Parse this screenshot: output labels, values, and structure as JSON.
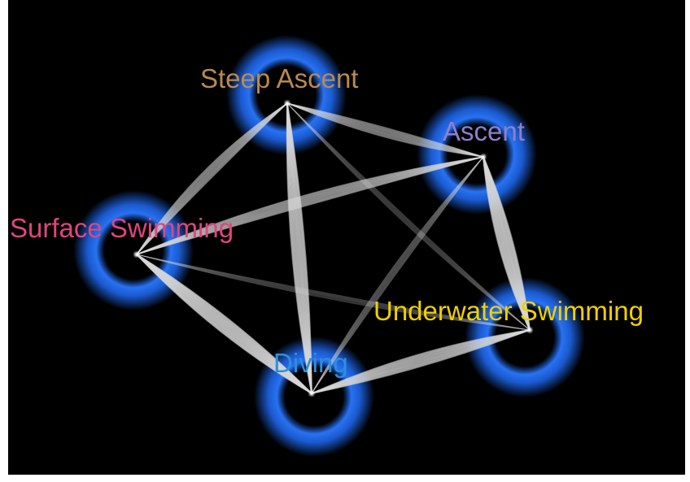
{
  "nodes": [
    {
      "id": "steep_ascent",
      "label": "Steep Ascent",
      "color": "#b98a4e"
    },
    {
      "id": "ascent",
      "label": "Ascent",
      "color": "#8f7fc9"
    },
    {
      "id": "surface_swimming",
      "label": "Surface Swimming",
      "color": "#e0457f"
    },
    {
      "id": "underwater_swimming",
      "label": "Underwater Swimming",
      "color": "#f0d000"
    },
    {
      "id": "diving",
      "label": "Diving",
      "color": "#2f8fd8"
    }
  ],
  "edges": [
    {
      "from": "steep_ascent",
      "to": "ascent",
      "strength": 0.55
    },
    {
      "from": "steep_ascent",
      "to": "surface_swimming",
      "strength": 0.6
    },
    {
      "from": "steep_ascent",
      "to": "diving",
      "strength": 0.9
    },
    {
      "from": "ascent",
      "to": "surface_swimming",
      "strength": 0.65
    },
    {
      "from": "ascent",
      "to": "underwater_swimming",
      "strength": 1.0
    },
    {
      "from": "ascent",
      "to": "diving",
      "strength": 0.3
    },
    {
      "from": "surface_swimming",
      "to": "diving",
      "strength": 1.0
    },
    {
      "from": "surface_swimming",
      "to": "underwater_swimming",
      "strength": 0.2
    },
    {
      "from": "underwater_swimming",
      "to": "diving",
      "strength": 0.8
    },
    {
      "from": "steep_ascent",
      "to": "underwater_swimming",
      "strength": 0.2
    }
  ],
  "colors": {
    "background": "#000000",
    "ring": "#1e64e6",
    "edge": "#d8d8d8"
  }
}
